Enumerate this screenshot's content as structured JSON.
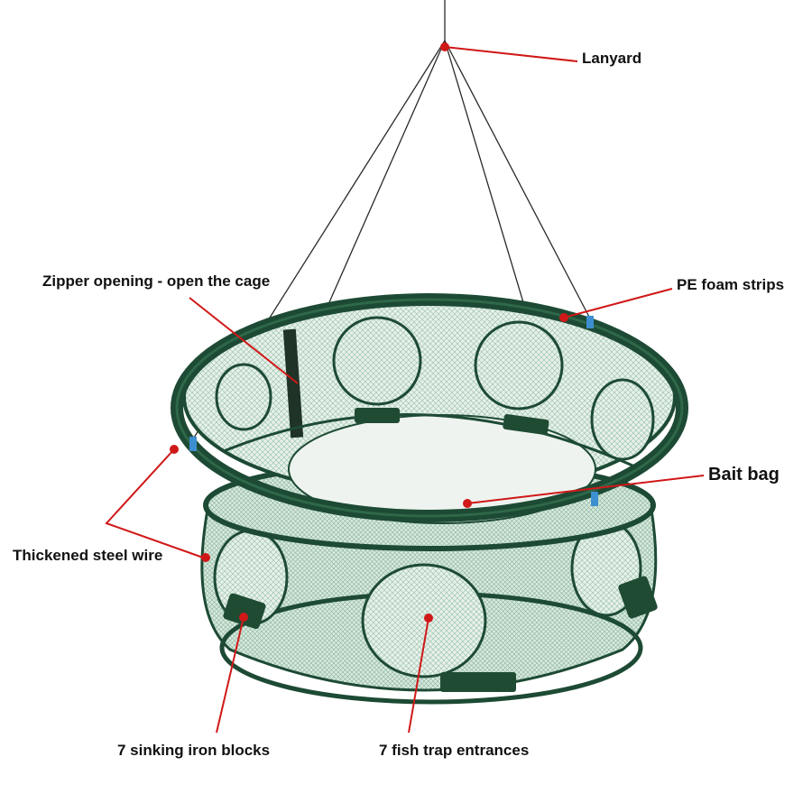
{
  "labels": {
    "lanyard": "Lanyard",
    "zipper": "Zipper opening - open the cage",
    "foam": "PE foam strips",
    "bait": "Bait bag",
    "wire": "Thickened steel wire",
    "iron": "7 sinking iron blocks",
    "entrances": "7 fish trap entrances"
  },
  "colors": {
    "pointer": "#d01818",
    "frame": "#1d4a34",
    "mesh": "#9fc7b0",
    "rope": "#2a2a2a"
  }
}
